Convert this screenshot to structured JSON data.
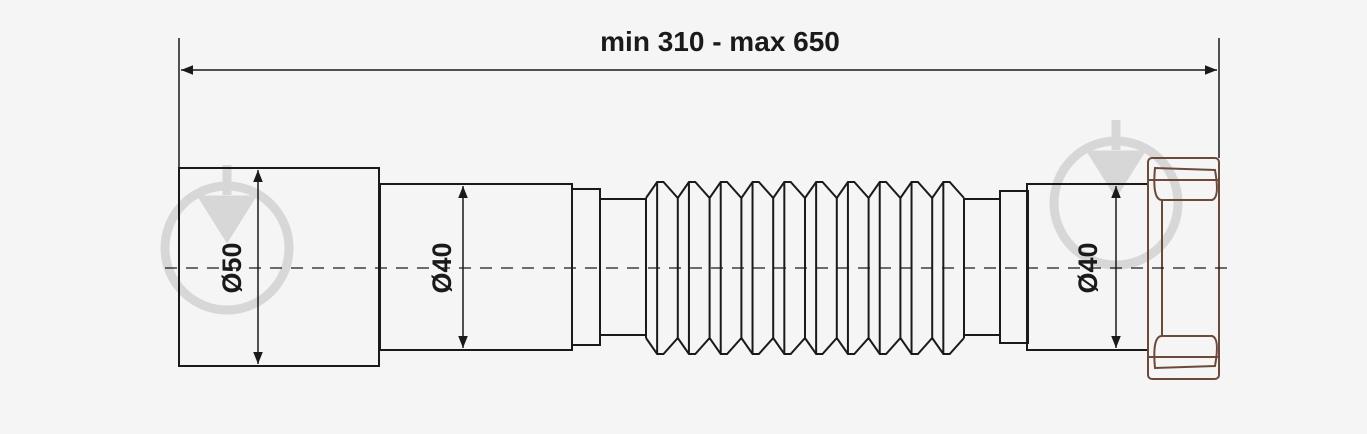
{
  "overall_length_label": "min 310 - max 650",
  "diameters": {
    "left_socket": "Ø50",
    "middle_pipe": "Ø40",
    "right_pipe": "Ø40"
  },
  "colors": {
    "line": "#1a1a1a",
    "background": "#f5f5f5",
    "nut_body": "#6b4a3a",
    "watermark": "#cfcfcf"
  },
  "watermark_icons": [
    "shower-drop-logo-icon",
    "shower-drop-logo-icon"
  ]
}
